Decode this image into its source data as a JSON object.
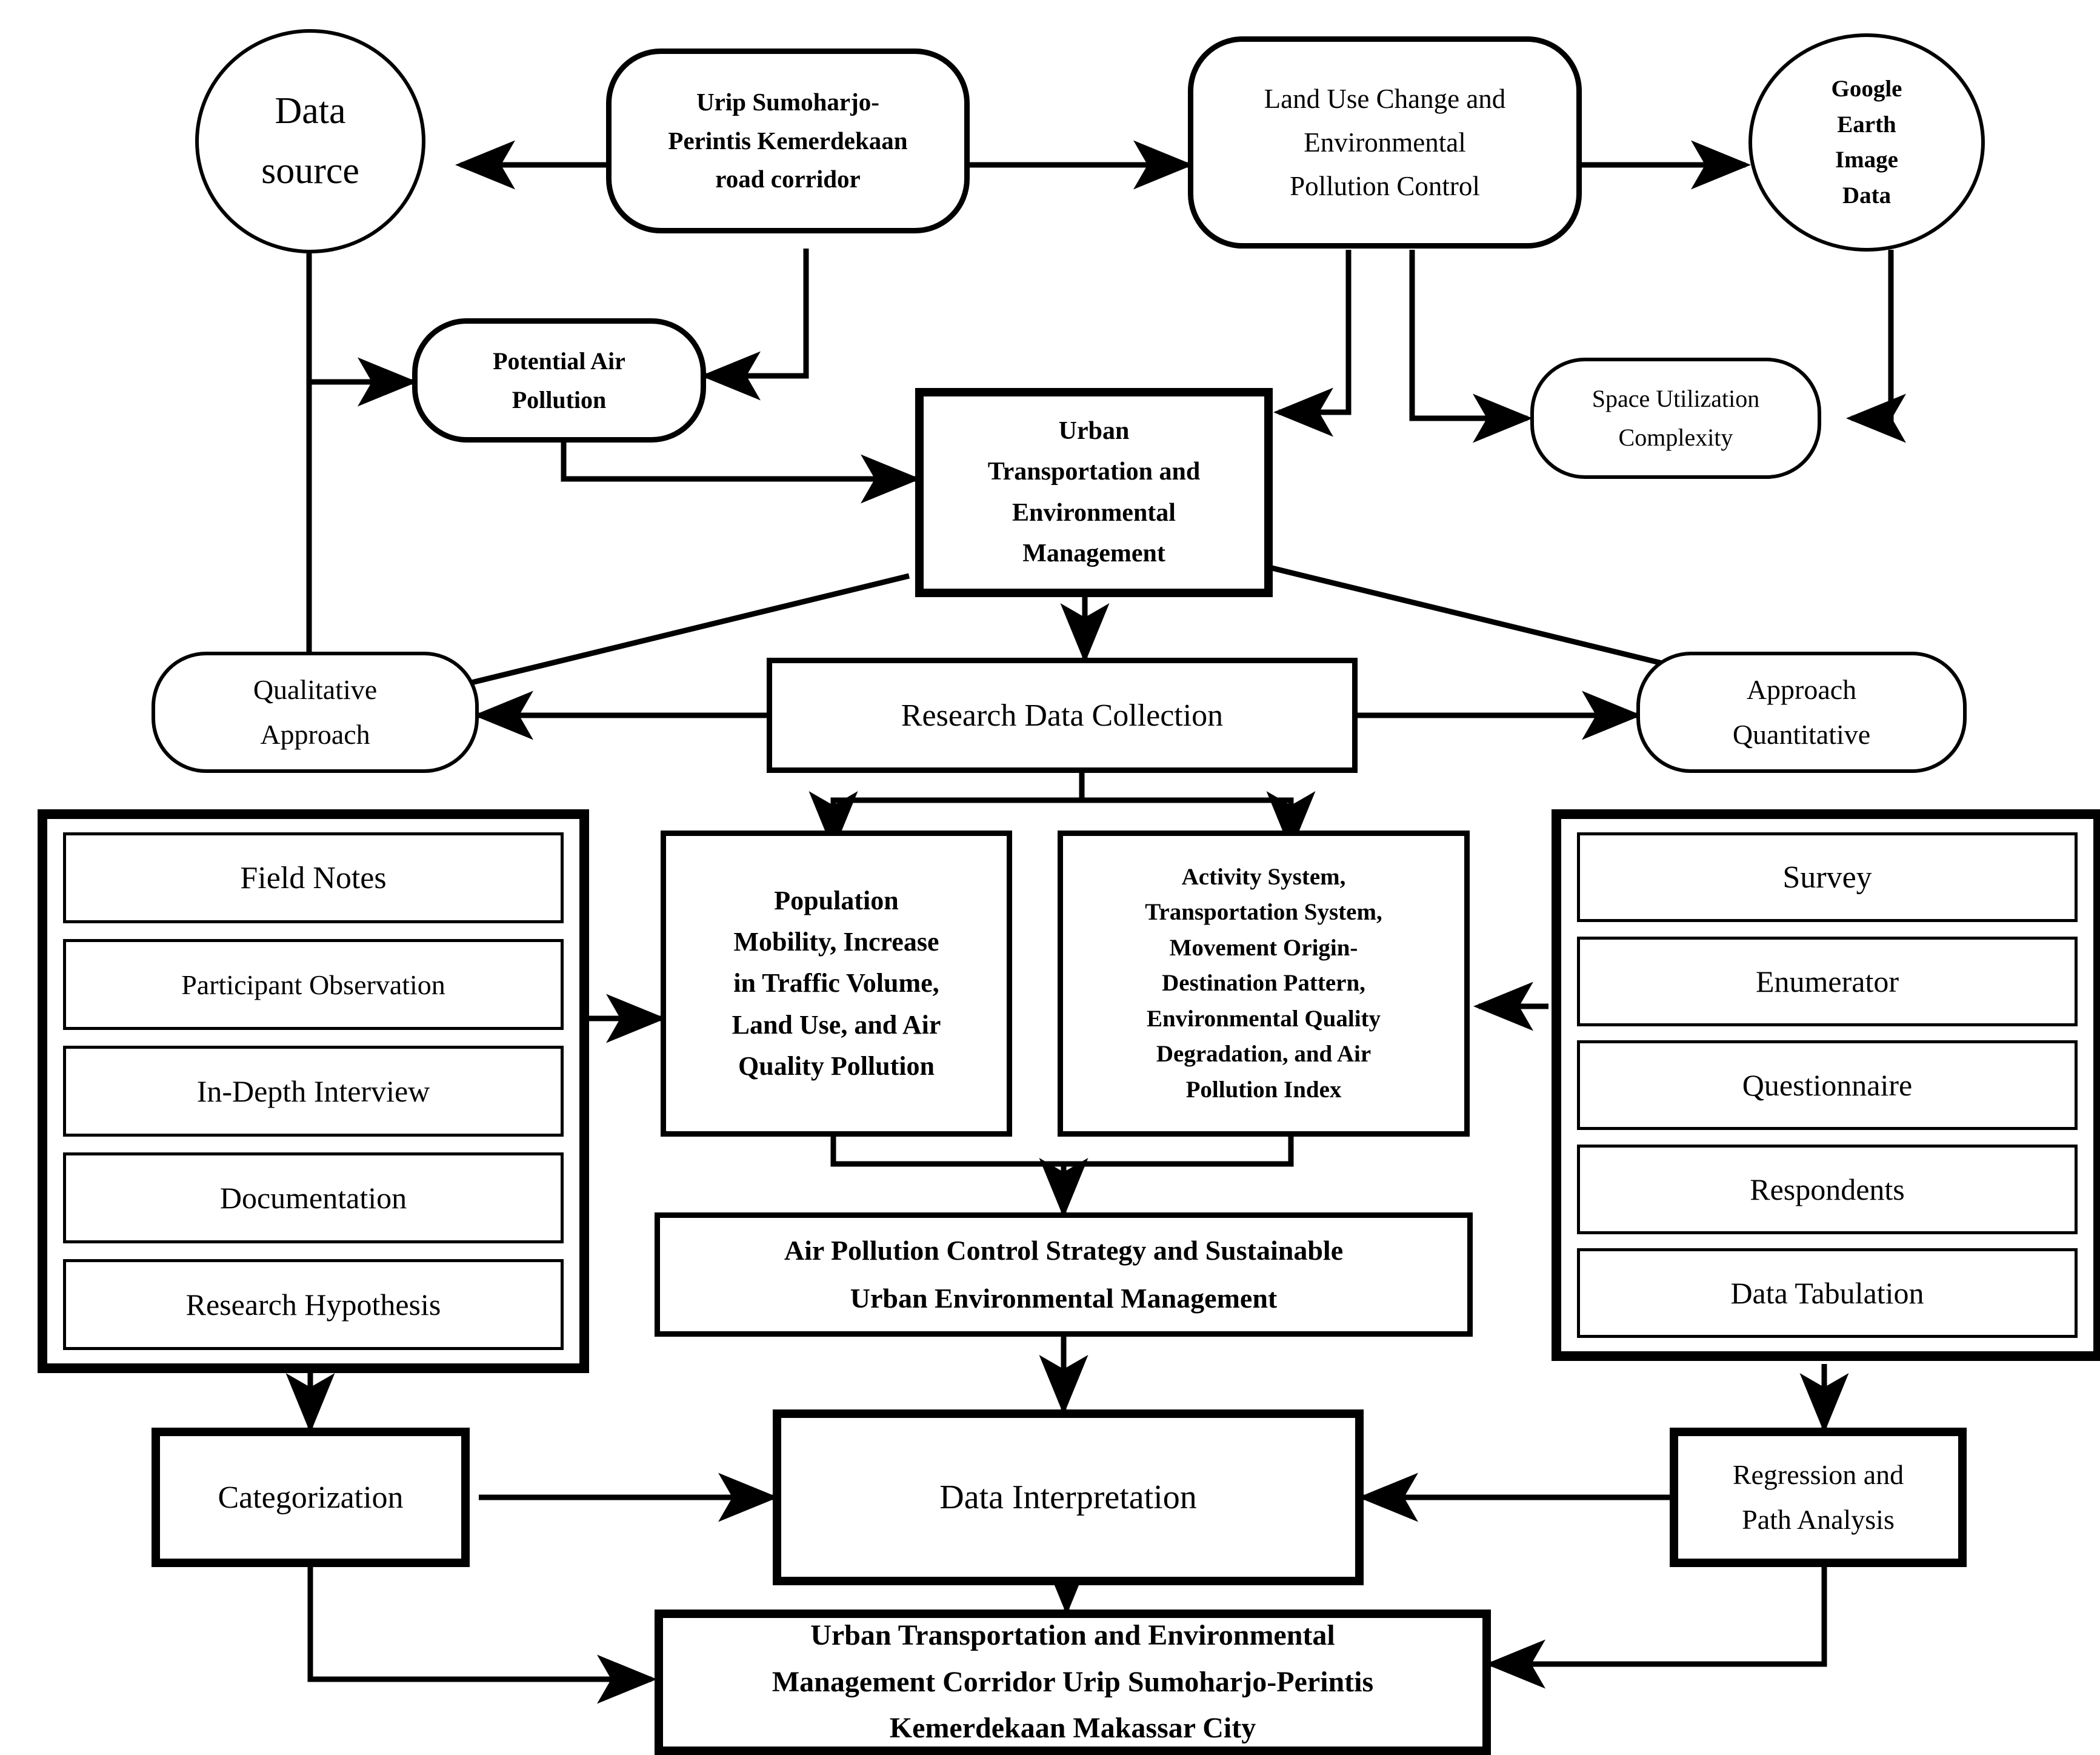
{
  "diagram": {
    "title": "Urban Transportation and Environmental Management Research Framework",
    "colors": {
      "stroke": "#000000",
      "fill": "#ffffff",
      "text": "#000000"
    },
    "nodes": {
      "data_source": "Data\nsource",
      "road_corridor": "Urip Sumoharjo-\nPerintis Kemerdekaan\nroad corridor",
      "land_use_change": "Land Use Change and\nEnvironmental\nPollution Control",
      "google_earth": "Google\nEarth\nImage\nData",
      "potential_air_pollution": "Potential Air\nPollution",
      "space_utilization": "Space Utilization\nComplexity",
      "urban_transport_mgmt": "Urban\nTransportation and\nEnvironmental\nManagement",
      "qualitative_approach": "Qualitative\nApproach",
      "research_data_collection": "Research Data Collection",
      "approach_quantitative": "Approach\nQuantitative",
      "population_mobility": "Population\nMobility, Increase\nin Traffic Volume,\nLand Use, and Air\nQuality Pollution",
      "activity_system": "Activity System,\nTransportation System,\nMovement Origin-\nDestination Pattern,\nEnvironmental Quality\nDegradation, and Air\nPollution Index",
      "air_pollution_strategy": "Air Pollution Control Strategy and Sustainable\nUrban Environmental Management",
      "categorization": "Categorization",
      "data_interpretation": "Data Interpretation",
      "regression_path": "Regression and\nPath Analysis",
      "final_outcome": "Urban Transportation and Environmental\nManagement Corridor Urip Sumoharjo-Perintis\nKemerdekaan Makassar City"
    },
    "qualitative_group": {
      "items": [
        "Field Notes",
        "Participant Observation",
        "In-Depth Interview",
        "Documentation",
        "Research Hypothesis"
      ]
    },
    "quantitative_group": {
      "items": [
        "Survey",
        "Enumerator",
        "Questionnaire",
        "Respondents",
        "Data Tabulation"
      ]
    }
  }
}
